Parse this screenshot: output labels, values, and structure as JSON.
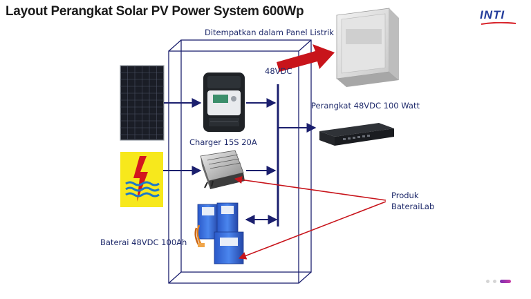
{
  "title": "Layout Perangkat Solar PV Power System 600Wp",
  "logo": "INTI",
  "labels": {
    "panel": "Ditempatkan dalam Panel Listrik",
    "bus": "48VDC",
    "charger": "Charger 15S 20A",
    "device": "Perangkat 48VDC 100 Watt",
    "battery": "Baterai 48VDC 100Ah",
    "product_line1": "Produk",
    "product_line2": "BateraiLab"
  },
  "colors": {
    "arrow": "#1b1f6e",
    "red_arrow": "#c8141b",
    "pln_yellow": "#f7e81c",
    "battery_blue": "#2f64d8"
  },
  "icons": {
    "solar_panel": "solar-panel-icon",
    "charge_controller": "mppt-charger-icon",
    "grid_power": "pln-logo-icon",
    "inverter": "inverter-icon",
    "battery": "battery-pack-icon",
    "cabinet": "electrical-cabinet-icon",
    "load": "network-switch-icon"
  },
  "pager": {
    "count": 3,
    "active": 2
  }
}
